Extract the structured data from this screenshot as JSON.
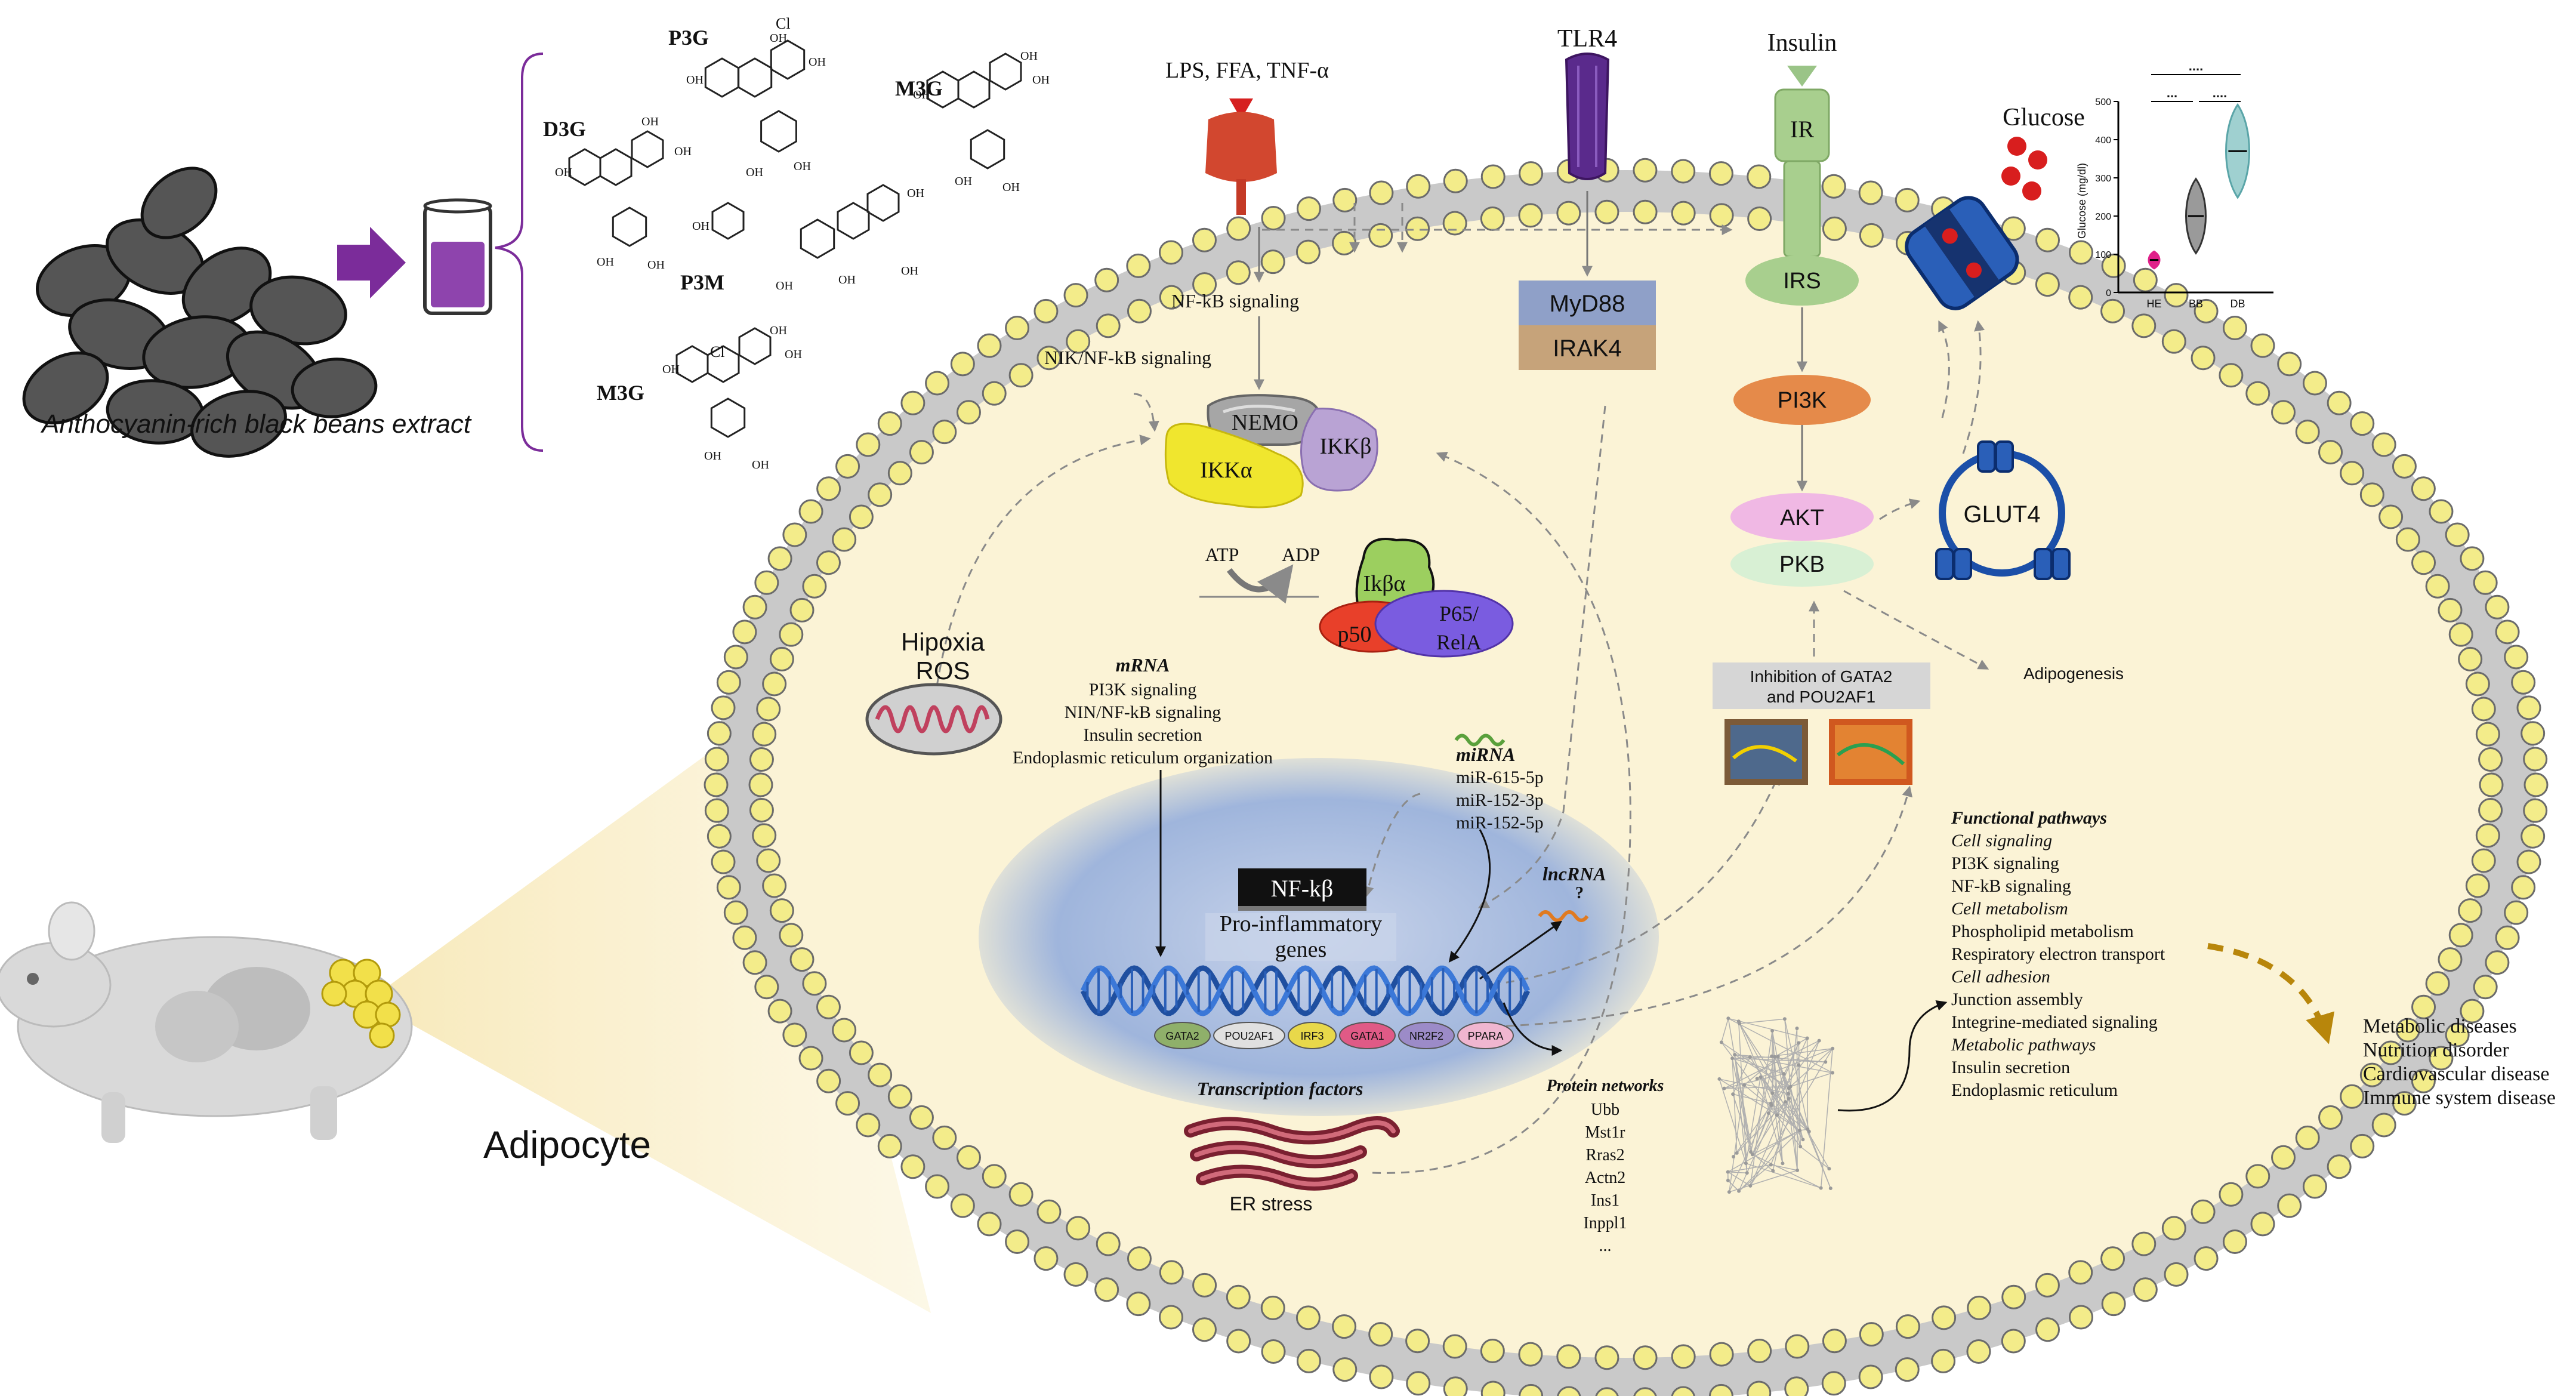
{
  "extract": {
    "caption": "Anthocyanin-rich black beans extract"
  },
  "compounds": {
    "p3g": "P3G",
    "m3g_top": "M3G",
    "d3g": "D3G",
    "p3m": "P3M",
    "m3g_bottom": "M3G",
    "chloride": "Cl",
    "chloride_b": "Cl",
    "oh": "OH"
  },
  "cell": {
    "label": "Adipocyte"
  },
  "receptors": {
    "lps": "LPS, FFA, TNF-α",
    "tlr4": "TLR4",
    "insulin": "Insulin",
    "ir": "IR",
    "glucose": "Glucose"
  },
  "violin": {
    "ylabel": "Glucose (mg/dl)",
    "yticks": [
      "0",
      "100",
      "200",
      "300",
      "400",
      "500"
    ],
    "groups": [
      "HE",
      "BB",
      "DB"
    ],
    "sig_top": "....",
    "sig_left": "...",
    "sig_right": "...."
  },
  "chart_data": {
    "type": "violin",
    "title": "",
    "xlabel": "",
    "ylabel": "Glucose (mg/dl)",
    "ylim": [
      0,
      500
    ],
    "categories": [
      "HE",
      "BB",
      "DB"
    ],
    "medians": [
      85,
      200,
      370
    ],
    "colors": [
      "#e0218a",
      "#333333",
      "#5aa5a8"
    ]
  },
  "nfkb": {
    "signaling": "NF-kB signaling",
    "nik": "NIK/NF-kB signaling",
    "nemo": "NEMO",
    "ikkb": "IKKβ",
    "ikka": "IKKα",
    "atp": "ATP",
    "adp": "ADP",
    "ikba": "Ikβα",
    "p50": "p50",
    "p65_1": "P65/",
    "p65_2": "RelA",
    "nfkb_box": "NF-kβ"
  },
  "myd88": {
    "myd88": "MyD88",
    "irak4": "IRAK4"
  },
  "insulin_path": {
    "irs": "IRS",
    "pi3k": "PI3K",
    "akt": "AKT",
    "pkb": "PKB",
    "glut4": "GLUT4",
    "adipogenesis": "Adipogenesis",
    "inhibition_1": "Inhibition of GATA2",
    "inhibition_2": "and POU2AF1"
  },
  "stress": {
    "hipoxia": "Hipoxia",
    "ros": "ROS",
    "er": "ER stress"
  },
  "mrna": {
    "title": "mRNA",
    "items": [
      "PI3K signaling",
      "NIN/NF-kB signaling",
      "Insulin secretion",
      "Endoplasmic reticulum organization"
    ]
  },
  "mirna": {
    "title": "miRNA",
    "items": [
      "miR-615-5p",
      "miR-152-3p",
      "miR-152-5p"
    ]
  },
  "lncrna": {
    "title": "lncRNA",
    "q": "?"
  },
  "nucleus": {
    "pro_1": "Pro-inflammatory",
    "pro_2": "genes",
    "tf_title": "Transcription factors",
    "tfs": [
      "GATA2",
      "POU2AF1",
      "IRF3",
      "GATA1",
      "NR2F2",
      "PPARA"
    ]
  },
  "proteins": {
    "title": "Protein networks",
    "items": [
      "Ubb",
      "Mst1r",
      "Rras2",
      "Actn2",
      "Ins1",
      "Inppl1",
      "..."
    ]
  },
  "pathways": {
    "title": "Functional pathways",
    "entries": [
      {
        "text": "Cell signaling",
        "italic": true
      },
      {
        "text": "PI3K signaling",
        "italic": false
      },
      {
        "text": "NF-kB signaling",
        "italic": false
      },
      {
        "text": "Cell metabolism",
        "italic": true
      },
      {
        "text": "Phospholipid metabolism",
        "italic": false
      },
      {
        "text": "Respiratory electron transport",
        "italic": false
      },
      {
        "text": "Cell adhesion",
        "italic": true
      },
      {
        "text": "Junction assembly",
        "italic": false
      },
      {
        "text": "Integrine-mediated signaling",
        "italic": false
      },
      {
        "text": "Metabolic pathways",
        "italic": true
      },
      {
        "text": "Insulin secretion",
        "italic": false
      },
      {
        "text": "Endoplasmic reticulum",
        "italic": false
      }
    ]
  },
  "diseases": {
    "items": [
      "Metabolic diseases",
      "Nutrition disorder",
      "Cardiovascular disease",
      "Immune system disease"
    ]
  },
  "colors": {
    "membrane_head": "#f3ec8a",
    "cytoplasm": "#fbf3d6",
    "nucleus": "#8fa9d6",
    "arrow_purple": "#7b2c9a",
    "disease_arrow": "#b8860b"
  }
}
